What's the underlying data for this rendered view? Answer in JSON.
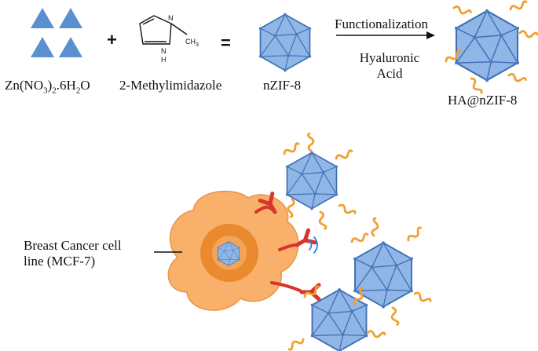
{
  "labels": {
    "zinc_nitrate": {
      "pre": "Zn(NO",
      "sub1": "3",
      "mid": ")",
      "sub2": "2",
      "post": ".6H",
      "sub3": "2",
      "end": "O"
    },
    "methylimidazole": "2-Methylimidazole",
    "nzif8": "nZIF-8",
    "functionalization": "Functionalization",
    "hyaluronic_line1": "Hyaluronic",
    "hyaluronic_line2": "Acid",
    "ha_nzif8": "HA@nZIF-8",
    "cell_line1": "Breast Cancer cell",
    "cell_line2": "line (MCF-7)"
  },
  "operators": {
    "plus": "+",
    "equals": "="
  },
  "molecule": {
    "n_top": "N",
    "nh": "N",
    "h": "H",
    "ch3": "CH",
    "ch3_sub": "3"
  },
  "colors": {
    "triangle_blue": "#5b8fd0",
    "nanoparticle_fill": "#8fb6e6",
    "nanoparticle_stroke": "#3f6fb2",
    "ha_orange": "#f0a030",
    "cell_fill": "#f8b06a",
    "cell_nucleus": "#e98a2e",
    "receptor_red": "#d8342c",
    "signal_blue": "#2f7fd6"
  }
}
